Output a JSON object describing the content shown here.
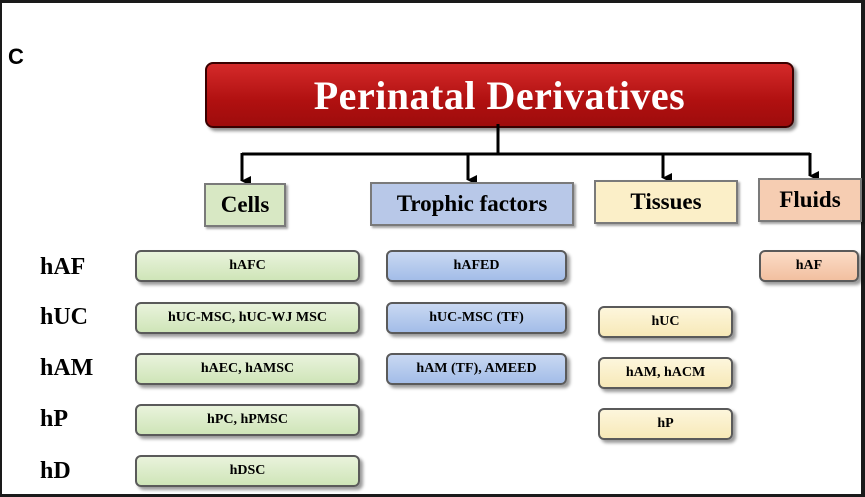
{
  "panel_letter": "C",
  "title": "Perinatal Derivatives",
  "headers": {
    "cells": "Cells",
    "trophic": "Trophic factors",
    "tissues": "Tissues",
    "fluids": "Fluids"
  },
  "rows": [
    "hAF",
    "hUC",
    "hAM",
    "hP",
    "hD"
  ],
  "cells": [
    "hAFC",
    "hUC-MSC, hUC-WJ MSC",
    "hAEC, hAMSC",
    "hPC, hPMSC",
    "hDSC"
  ],
  "trophic": [
    "hAFED",
    "hUC-MSC (TF)",
    "hAM (TF), AMEED"
  ],
  "tissues": [
    "hUC",
    "hAM, hACM",
    "hP"
  ],
  "fluids": [
    "hAF"
  ],
  "colors": {
    "title_bg": "#b01010",
    "cells": "#d8e8c4",
    "trophic": "#b8c8e8",
    "tissues": "#fbefc8",
    "fluids": "#f6cdb2"
  }
}
